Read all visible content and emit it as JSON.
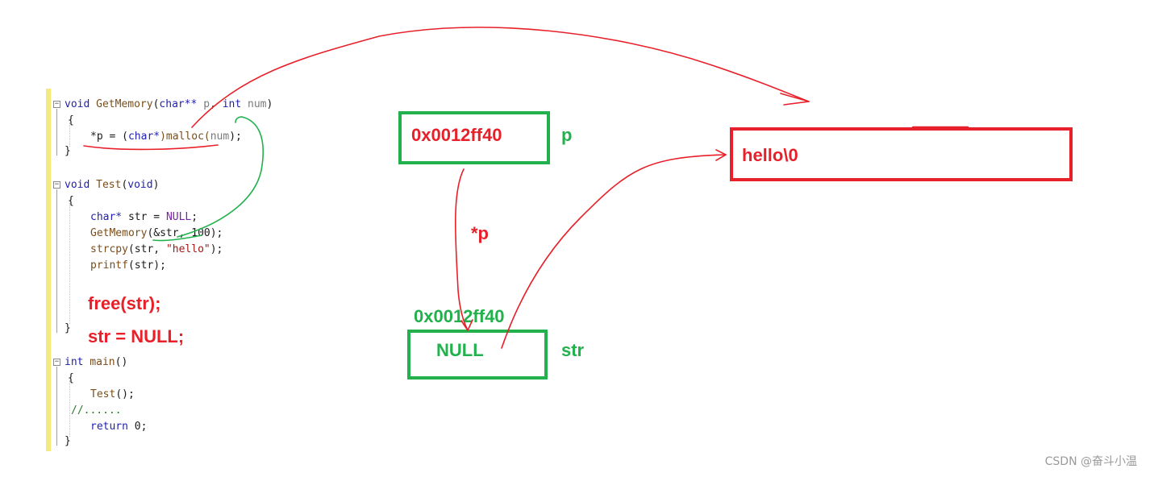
{
  "code": {
    "f1_sig": {
      "kw": "void",
      "fn": "GetMemory",
      "open": "(",
      "t1": "char**",
      "p": " p",
      "sep": ", ",
      "t2": "int",
      "num": " num",
      "close": ")"
    },
    "f1_open": "{",
    "f1_body": {
      "pre": "*p = (",
      "t": "char*",
      "mid": ")malloc(",
      "arg": "num",
      "post": ");"
    },
    "f1_close": "}",
    "f2_sig": {
      "kw": "void",
      "fn": "Test",
      "open": "(",
      "v": "void",
      "close": ")"
    },
    "f2_open": "{",
    "f2_l1": {
      "t": "char*",
      "mid": " str = ",
      "mac": "NULL",
      "post": ";"
    },
    "f2_l2": {
      "fn": "GetMemory",
      "post": "(&str, 100);"
    },
    "f2_l3": {
      "fn": "strcpy",
      "pre": "(str, ",
      "s": "\"hello\"",
      "post": ");"
    },
    "f2_l4": {
      "fn": "printf",
      "post": "(str);"
    },
    "f2_close": "}",
    "f3_sig": {
      "kw": "int",
      "fn": " main",
      "post": "()"
    },
    "f3_open": "{",
    "f3_l1": {
      "fn": "Test",
      "post": "();"
    },
    "f3_l2": "//......",
    "f3_l3": {
      "kw": "return",
      "post": " 0;"
    },
    "f3_close": "}"
  },
  "annotations": {
    "free_line": "free(str);",
    "null_line": "str = NULL;"
  },
  "diagram": {
    "p_box_value": "0x0012ff40",
    "p_label": "p",
    "deref_label": "*p",
    "str_addr_label": "0x0012ff40",
    "str_box_value": "NULL",
    "str_label": "str",
    "heap_box_value": "hello\\0"
  },
  "colors": {
    "green": "#22b14c",
    "red": "#e8202a",
    "gutter": "#f5ea7a"
  },
  "watermark": "CSDN @奋斗小温"
}
